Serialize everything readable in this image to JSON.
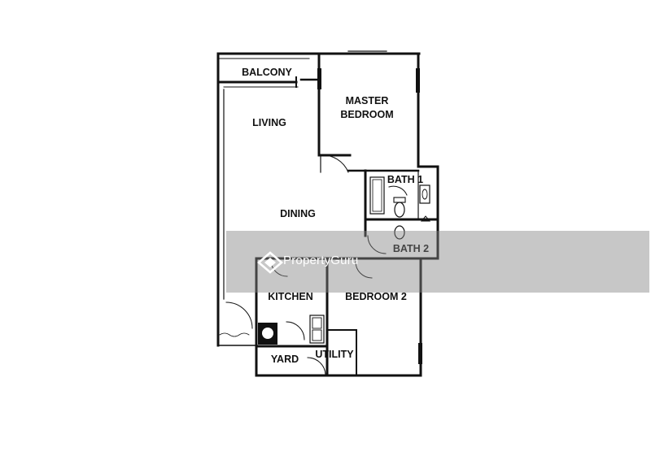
{
  "floorplan": {
    "rooms": {
      "balcony": "BALCONY",
      "living": "LIVING",
      "master_line1": "MASTER",
      "master_line2": "BEDROOM",
      "bath1": "BATH 1",
      "dining": "DINING",
      "bath2": "BATH 2",
      "kitchen": "KITCHEN",
      "bedroom2": "BEDROOM 2",
      "yard": "YARD",
      "utility": "UTILITY"
    },
    "colors": {
      "wall": "#111111",
      "watermark_band": "#828282",
      "watermark_text": "#ffffff"
    }
  },
  "watermark": {
    "brand": "PropertyGuru",
    "logo_icon": "propertyguru-logo-icon"
  }
}
